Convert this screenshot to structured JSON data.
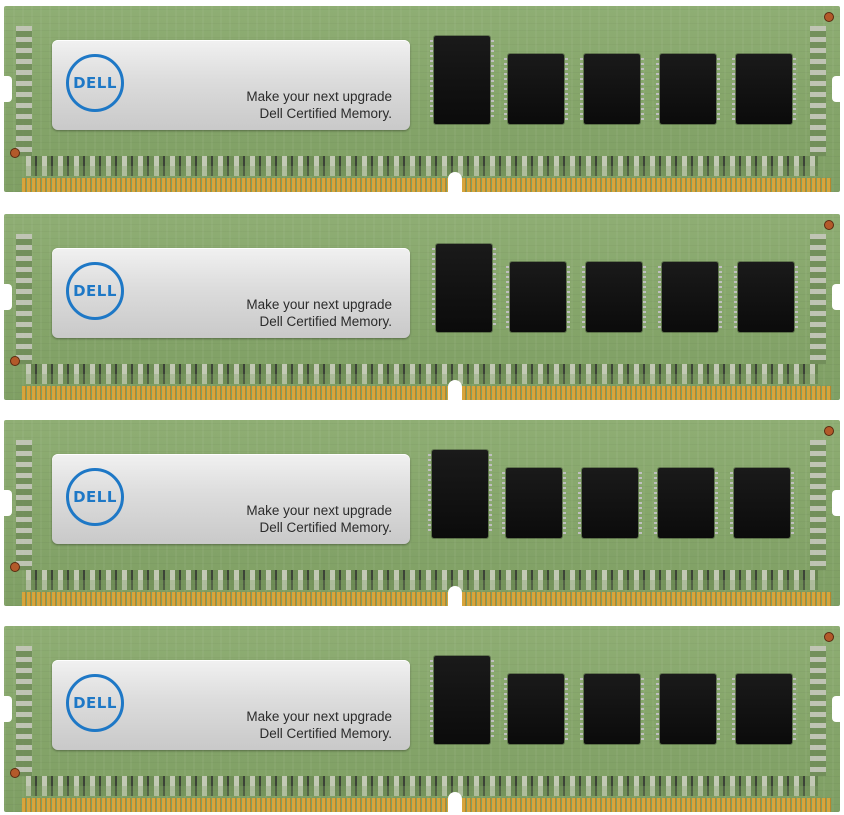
{
  "modules": [
    {
      "logo_text": "DELL",
      "tagline_line1": "Make your next upgrade",
      "tagline_line2": "Dell Certified Memory."
    },
    {
      "logo_text": "DELL",
      "tagline_line1": "Make your next upgrade",
      "tagline_line2": "Dell Certified Memory."
    },
    {
      "logo_text": "DELL",
      "tagline_line1": "Make your next upgrade",
      "tagline_line2": "Dell Certified Memory."
    },
    {
      "logo_text": "DELL",
      "tagline_line1": "Make your next upgrade",
      "tagline_line2": "Dell Certified Memory."
    }
  ],
  "colors": {
    "pcb": "#86a66b",
    "chip": "#111111",
    "gold": "#d7a53c",
    "logo_blue": "#1e78c6",
    "label": "#dcdcdc"
  },
  "icons": {
    "logo": "dell-logo-icon"
  }
}
